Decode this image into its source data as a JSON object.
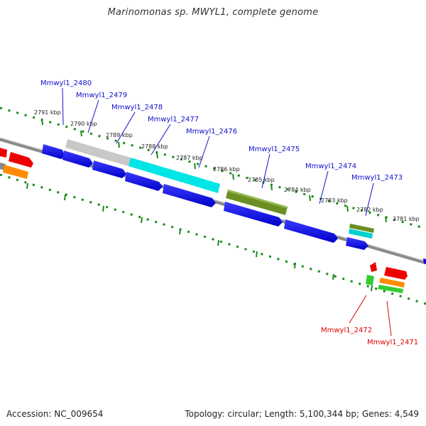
{
  "title": "Marinomonas sp. MWYL1, complete genome",
  "accession": "Accession: NC_009654",
  "summary": "Topology: circular; Length: 5,100,344 bp; Genes: 4,549",
  "colors": {
    "backbone": "#777777",
    "tick": "#1a8a1a",
    "forward_label": "#1010cc",
    "reverse_label": "#dd0000",
    "blue": "#0000ee",
    "gray": "#c8c8c8",
    "cyan": "#00e5e5",
    "olive": "#6b8e23",
    "red": "#ee0000",
    "orange": "#ff8c00",
    "green": "#33cc33"
  },
  "kbp_ticks": [
    {
      "label": "2791 kbp"
    },
    {
      "label": "2790 kbp"
    },
    {
      "label": "2789 kbp"
    },
    {
      "label": "2788 kbp"
    },
    {
      "label": "2787 kbp"
    },
    {
      "label": "2786 kbp"
    },
    {
      "label": "2785 kbp"
    },
    {
      "label": "2784 kbp"
    },
    {
      "label": "2783 kbp"
    },
    {
      "label": "2782 kbp"
    },
    {
      "label": "2781 kbp"
    }
  ],
  "forward_genes": [
    {
      "name": "Mmwyl1_2480"
    },
    {
      "name": "Mmwyl1_2479"
    },
    {
      "name": "Mmwyl1_2478"
    },
    {
      "name": "Mmwyl1_2477"
    },
    {
      "name": "Mmwyl1_2476"
    },
    {
      "name": "Mmwyl1_2475"
    },
    {
      "name": "Mmwyl1_2474"
    },
    {
      "name": "Mmwyl1_2473"
    }
  ],
  "reverse_genes": [
    {
      "name": "Mmwyl1_2472"
    },
    {
      "name": "Mmwyl1_2471"
    }
  ]
}
